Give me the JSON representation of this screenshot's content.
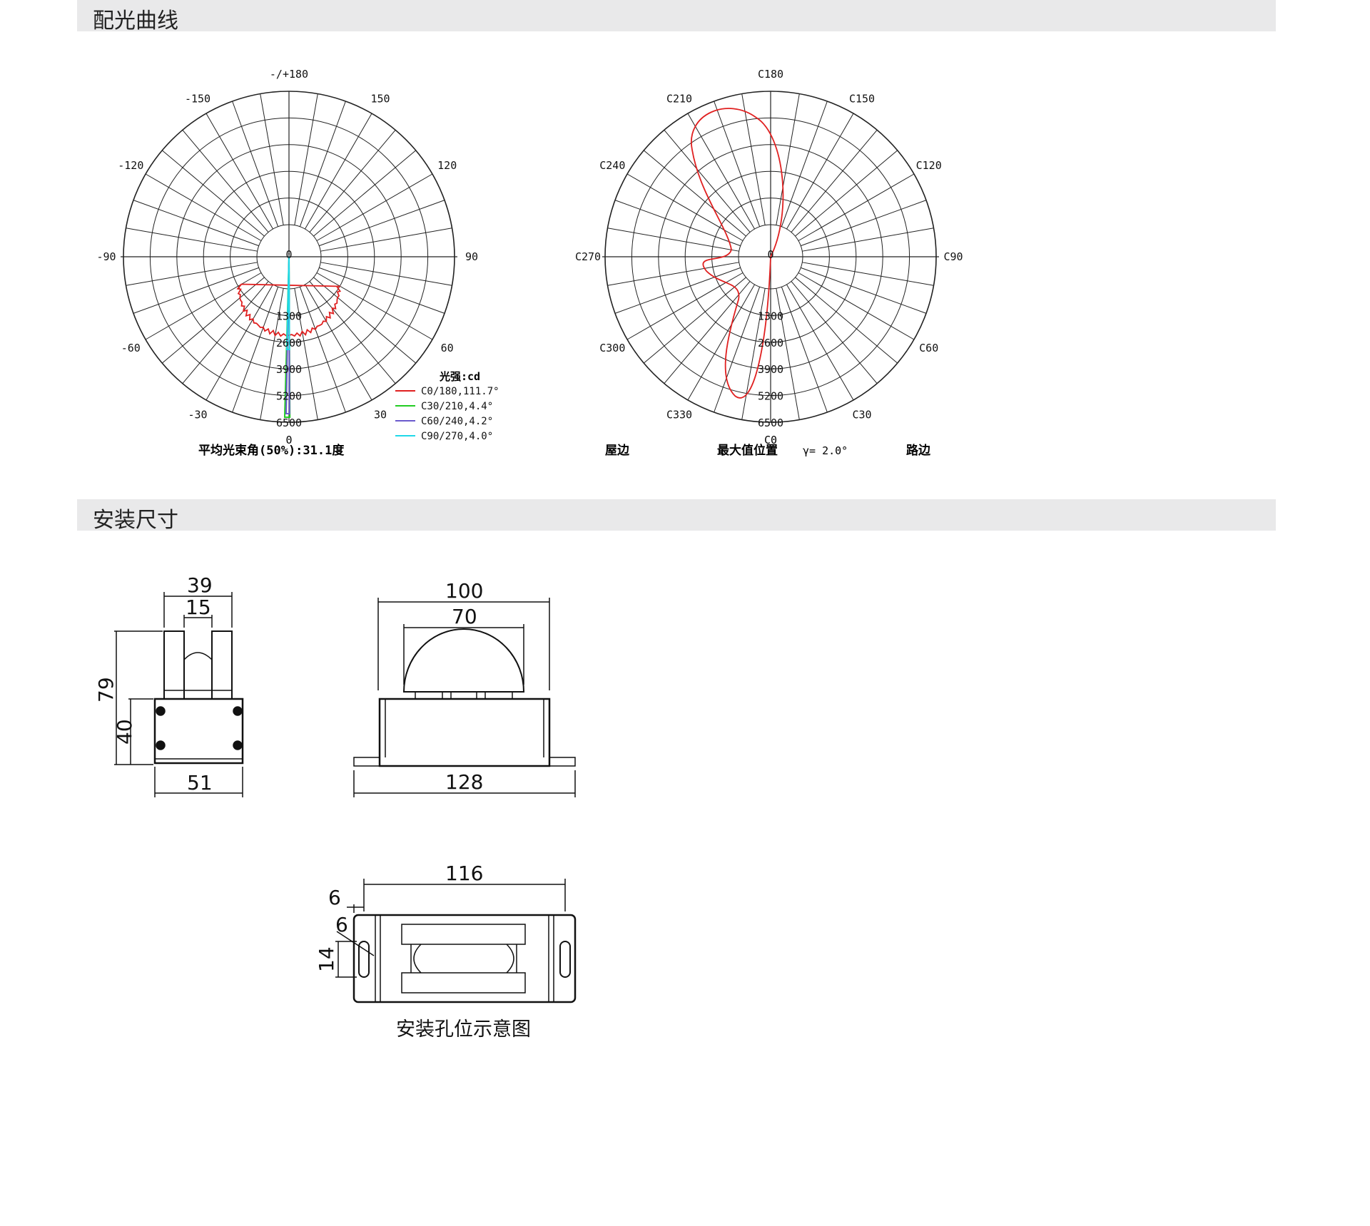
{
  "sections": {
    "photometric_title": "配光曲线",
    "installation_title": "安装尺寸"
  },
  "polar_common": {
    "ring_labels": [
      "0",
      "1300",
      "2600",
      "3900",
      "5200",
      "6500"
    ]
  },
  "polar1": {
    "angle_labels": [
      {
        "text": "-/+180",
        "deg": 180
      },
      {
        "text": "-150",
        "deg": -150
      },
      {
        "text": "150",
        "deg": 150
      },
      {
        "text": "-120",
        "deg": -120
      },
      {
        "text": "120",
        "deg": 120
      },
      {
        "text": "-90",
        "deg": -90
      },
      {
        "text": "90",
        "deg": 90
      },
      {
        "text": "-60",
        "deg": -60
      },
      {
        "text": "60",
        "deg": 60
      },
      {
        "text": "-30",
        "deg": -30
      },
      {
        "text": "30",
        "deg": 30
      }
    ],
    "bottom_zero": "0",
    "beam_angle_text": "平均光束角(50%):31.1度",
    "legend_title": "光强:cd",
    "legend": [
      {
        "text": "C0/180,111.7°",
        "color": "#e02020"
      },
      {
        "text": "C30/210,4.4°",
        "color": "#22cc22"
      },
      {
        "text": "C60/240,4.2°",
        "color": "#6a5acd"
      },
      {
        "text": "C90/270,4.0°",
        "color": "#20d8e8"
      }
    ]
  },
  "polar2": {
    "angle_labels": [
      {
        "text": "C180",
        "deg": 180
      },
      {
        "text": "C210",
        "deg": -150
      },
      {
        "text": "C150",
        "deg": 150
      },
      {
        "text": "C240",
        "deg": -120
      },
      {
        "text": "C120",
        "deg": 120
      },
      {
        "text": "C270",
        "deg": -90
      },
      {
        "text": "C90",
        "deg": 90
      },
      {
        "text": "C300",
        "deg": -60
      },
      {
        "text": "C60",
        "deg": 60
      },
      {
        "text": "C330",
        "deg": -30
      },
      {
        "text": "C30",
        "deg": 30
      }
    ],
    "bottom_label": "C0",
    "house_side": "屋边",
    "max_position": "最大值位置",
    "gamma_text": "γ= 2.0°",
    "road_side": "路边"
  },
  "dimensions": {
    "side_view": {
      "width_top": "39",
      "slot": "15",
      "height_total": "79",
      "box_height": "40",
      "width_bottom": "51"
    },
    "front_view": {
      "width_top": "100",
      "dome": "70",
      "base": "128"
    },
    "bottom_view": {
      "length": "116",
      "edge": "6",
      "hole": "6",
      "hole_height": "14"
    },
    "caption": "安装孔位示意图"
  }
}
